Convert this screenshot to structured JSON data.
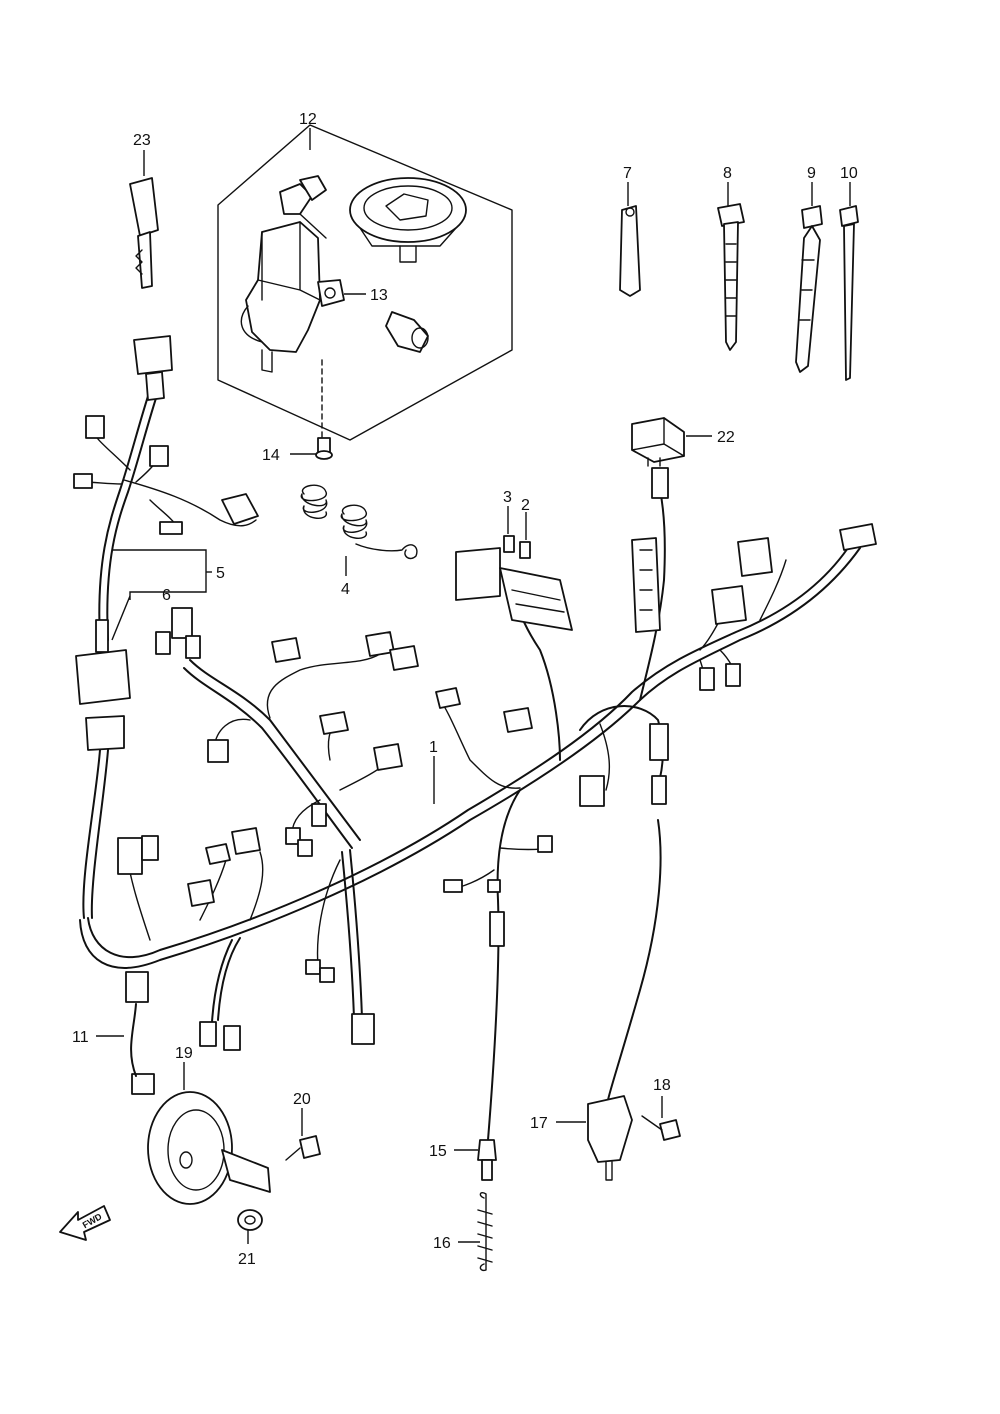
{
  "callouts": {
    "p1": "1",
    "p2": "2",
    "p3": "3",
    "p4": "4",
    "p5": "5",
    "p6": "6",
    "p7": "7",
    "p8": "8",
    "p9": "9",
    "p10": "10",
    "p11": "11",
    "p12": "12",
    "p13": "13",
    "p14": "14",
    "p15": "15",
    "p16": "16",
    "p17": "17",
    "p18": "18",
    "p19": "19",
    "p20": "20",
    "p21": "21",
    "p22": "22",
    "p23": "23"
  },
  "fwd_arrow": {
    "label": "FWD"
  }
}
